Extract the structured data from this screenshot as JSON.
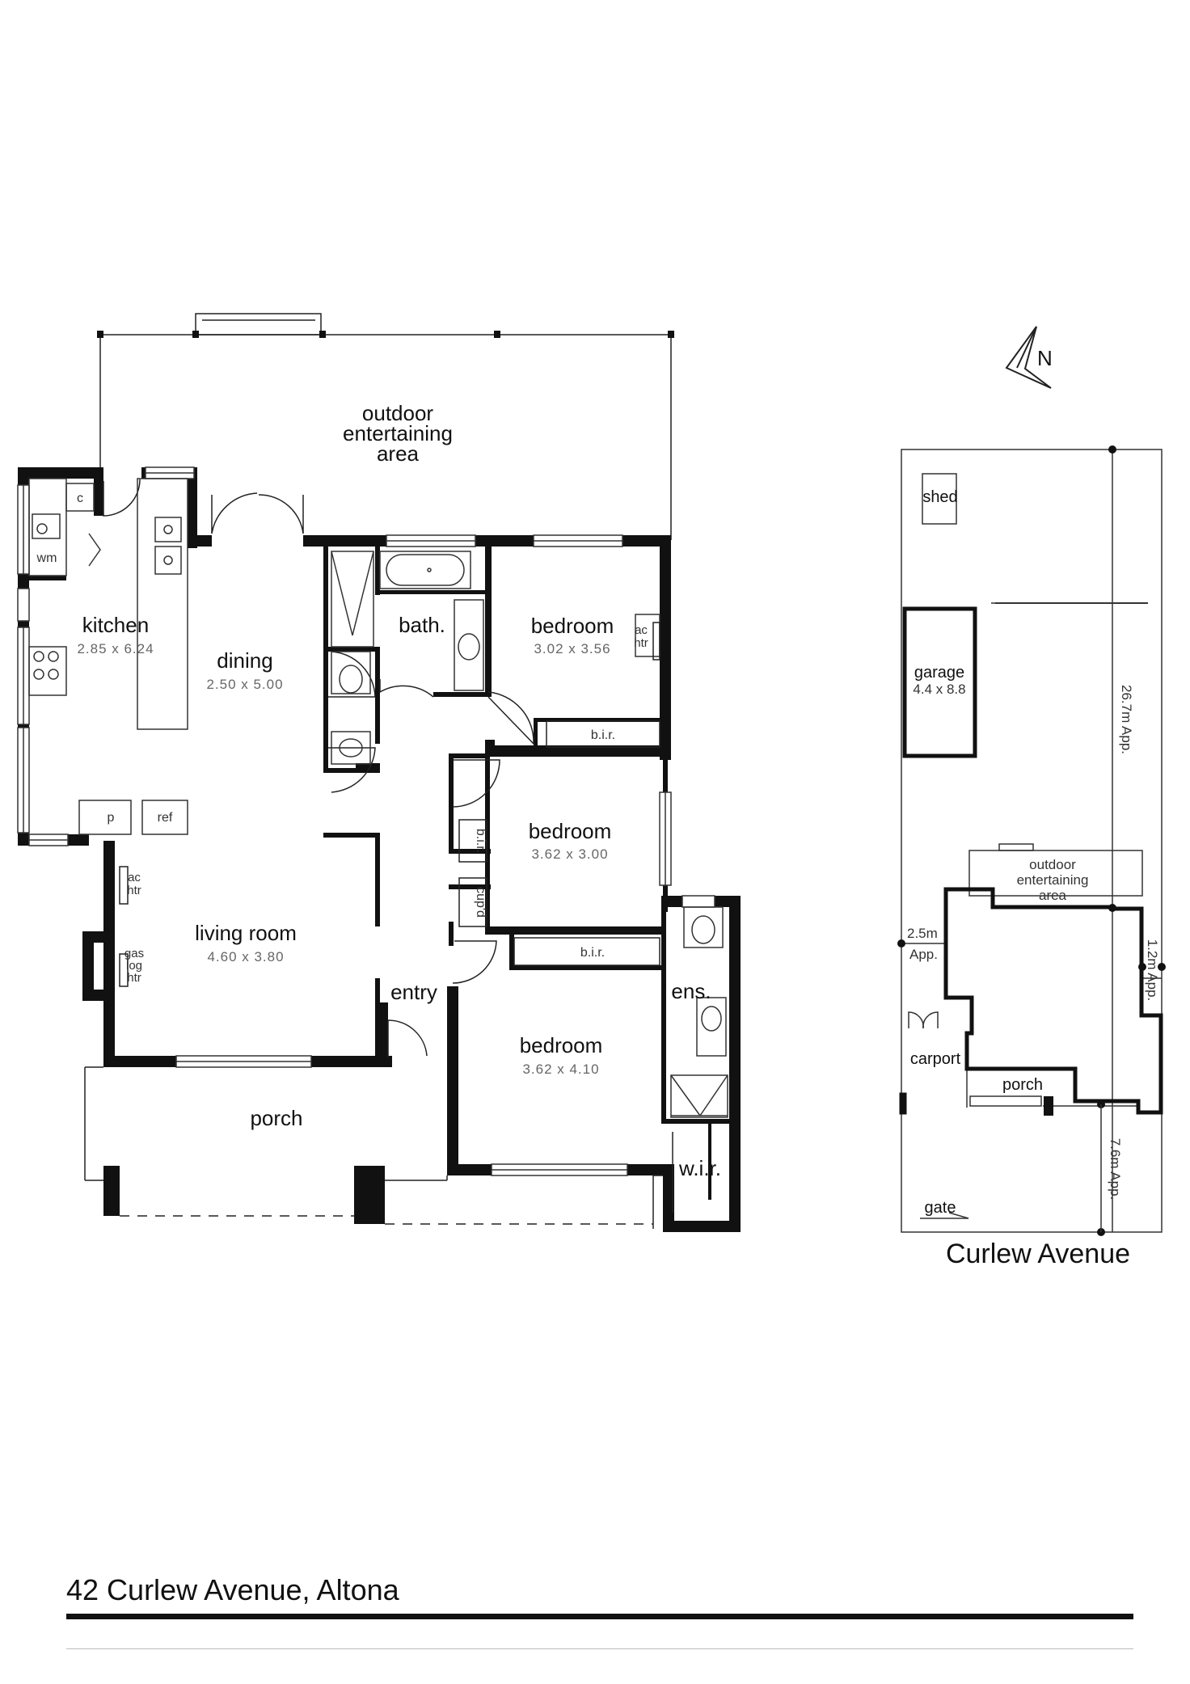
{
  "property": {
    "title": "42 Curlew Avenue,  Altona"
  },
  "compass": {
    "label": "N"
  },
  "floorplan": {
    "rooms": {
      "outdoor": {
        "line1": "outdoor",
        "line2": "entertaining",
        "line3": "area"
      },
      "kitchen": {
        "name": "kitchen",
        "dims": "2.85  x  6.24"
      },
      "dining": {
        "name": "dining",
        "dims": "2.50  x  5.00"
      },
      "bath": {
        "name": "bath."
      },
      "bedroom1": {
        "name": "bedroom",
        "dims": "3.02  x  3.56"
      },
      "bedroom2": {
        "name": "bedroom",
        "dims": "3.62  x  3.00"
      },
      "bedroom3": {
        "name": "bedroom",
        "dims": "3.62  x  4.10"
      },
      "living": {
        "name": "living room",
        "dims": "4.60  x  3.80"
      },
      "entry": {
        "name": "entry"
      },
      "ensuite": {
        "name": "ens."
      },
      "wir": {
        "name": "w.i.r."
      },
      "porch": {
        "name": "porch"
      }
    },
    "fixtures": {
      "c": "c",
      "wm": "wm",
      "p": "p",
      "ref": "ref",
      "bir1": "b.i.r.",
      "bir2": "b.i.r.",
      "bir3": "b.i.r.",
      "cupd": "cup'd",
      "ac1_a": "ac",
      "ac1_b": "htr",
      "ac2_a": "ac",
      "ac2_b": "htr",
      "gas_a": "gas",
      "gas_b": "log",
      "gas_c": "htr"
    }
  },
  "siteplan": {
    "shed": "shed",
    "garage": {
      "name": "garage",
      "dims": "4.4 x 8.8"
    },
    "outdoor": {
      "line1": "outdoor",
      "line2": "entertaining",
      "line3": "area"
    },
    "carport": "carport",
    "porch": "porch",
    "gate": "gate",
    "street": "Curlew Avenue",
    "dim_depth": "26.7m  App.",
    "dim_left_a": "2.5m",
    "dim_left_b": "App.",
    "dim_right": "1.2m  App.",
    "dim_front": "7.6m  App."
  }
}
